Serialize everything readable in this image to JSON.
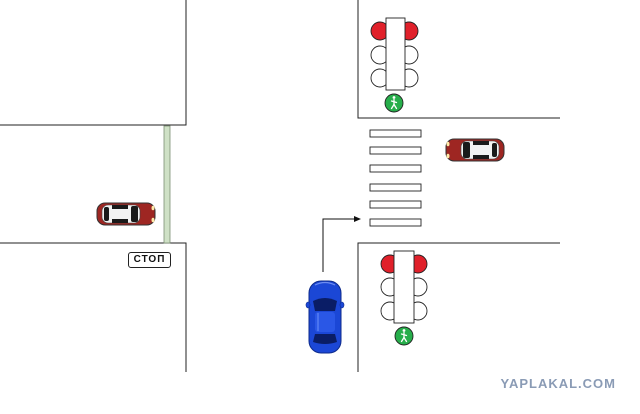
{
  "diagram": {
    "stop_sign_text": "СТОП",
    "watermark": "YAPLAKAL.COM",
    "road_line_color": "#222222",
    "stop_line_color": "#cfe1c6",
    "traffic_light_red": "#e0202a",
    "pedestrian_signal_green": "#27ae4b",
    "blue_car_color": "#1b47d6",
    "red_car_color": "#9e2622",
    "traffic_lights": [
      {
        "id": "top",
        "car_signal": "red",
        "pedestrian_signal": "green"
      },
      {
        "id": "bottom",
        "car_signal": "red",
        "pedestrian_signal": "green"
      }
    ],
    "cars": [
      {
        "id": "blue-car",
        "color": "blue",
        "direction": "north",
        "intent": "turn-right"
      },
      {
        "id": "red-car-left",
        "color": "red",
        "direction": "east"
      },
      {
        "id": "red-car-right",
        "color": "red",
        "direction": "west"
      }
    ]
  }
}
